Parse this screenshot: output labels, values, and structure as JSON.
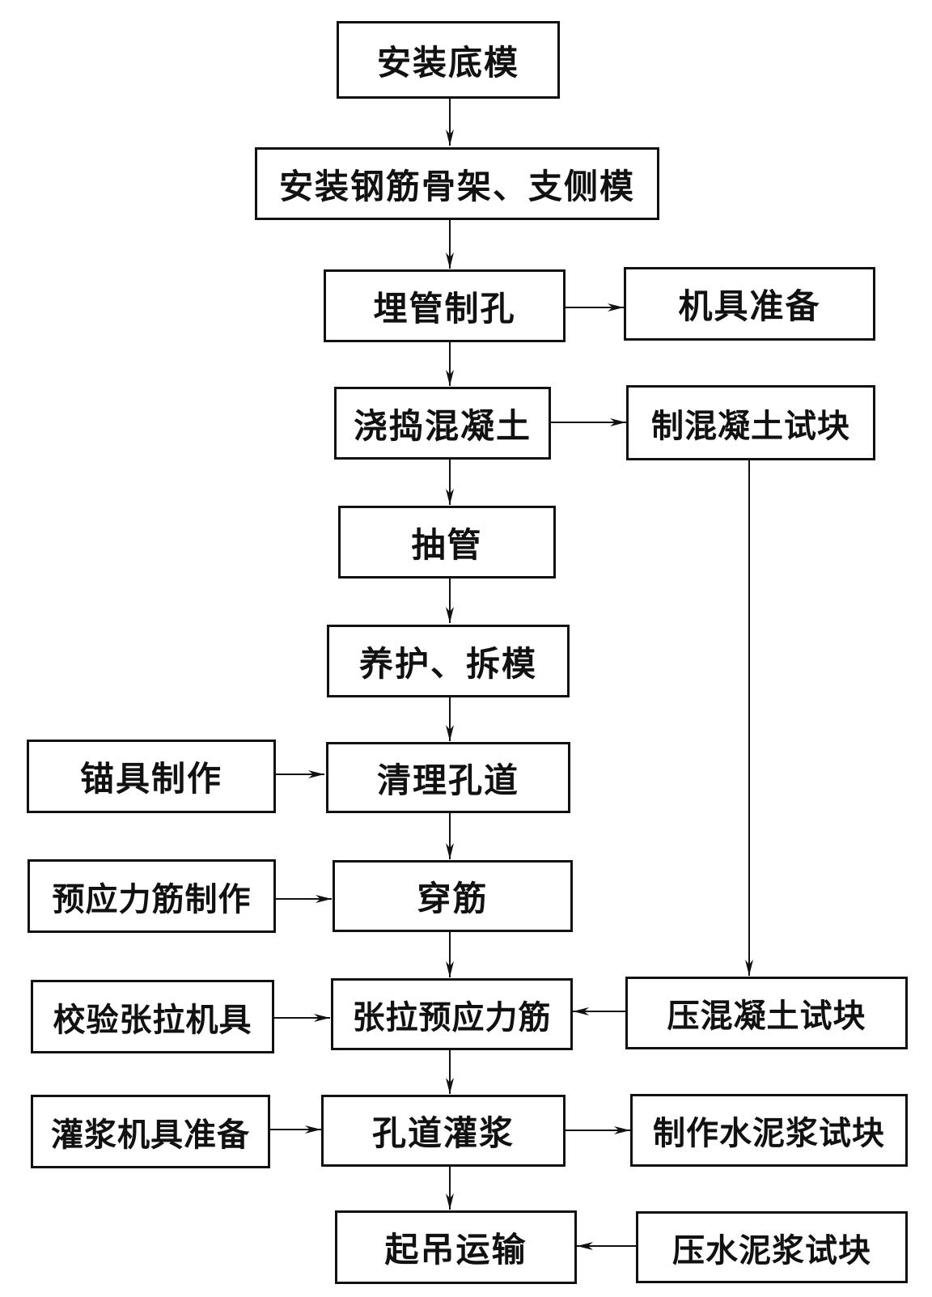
{
  "steps": {
    "install_bottom_form": "安装底模",
    "install_rebar_side_form": "安装钢筋骨架、支侧模",
    "embed_pipe_holes": "埋管制孔",
    "machine_prep": "机具准备",
    "pour_concrete": "浇捣混凝土",
    "make_concrete_sample": "制混凝土试块",
    "pull_pipe": "抽管",
    "cure_remove_form": "养护、拆模",
    "anchor_making": "锚具制作",
    "clean_duct": "清理孔道",
    "tendon_making": "预应力筋制作",
    "thread_tendon": "穿筋",
    "calibrate_jack": "校验张拉机具",
    "tension_tendon": "张拉预应力筋",
    "press_concrete_sample": "压混凝土试块",
    "grout_equip_prep": "灌浆机具准备",
    "duct_grouting": "孔道灌浆",
    "make_cement_sample": "制作水泥浆试块",
    "lift_transport": "起吊运输",
    "press_cement_sample": "压水泥浆试块"
  }
}
